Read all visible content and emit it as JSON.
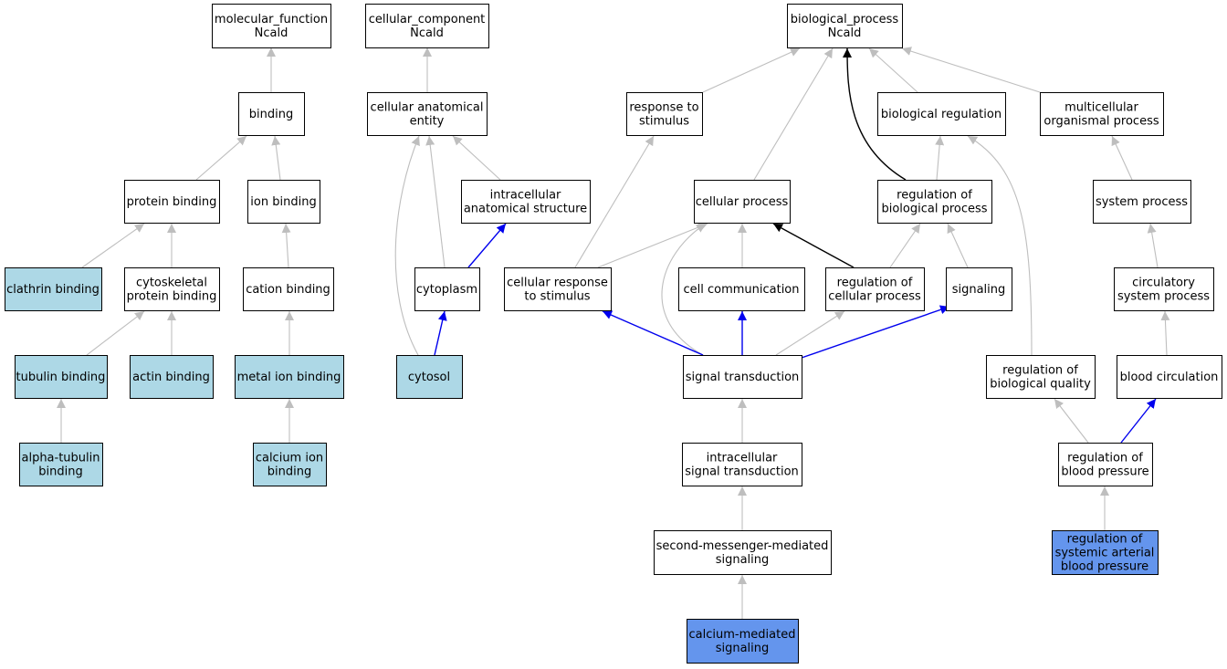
{
  "colors": {
    "plain": "#ffffff",
    "light": "#add8e6",
    "highlight": "#6495ed",
    "edge_gray": "#bebebe",
    "edge_black": "#000000",
    "edge_blue": "#0000ee"
  },
  "nodes": [
    {
      "id": "mf",
      "lines": [
        "molecular_function",
        "Ncald"
      ],
      "fill": "plain"
    },
    {
      "id": "cc",
      "lines": [
        "cellular_component",
        "Ncald"
      ],
      "fill": "plain"
    },
    {
      "id": "bp",
      "lines": [
        "biological_process",
        "Ncald"
      ],
      "fill": "plain"
    },
    {
      "id": "binding",
      "lines": [
        "binding"
      ],
      "fill": "plain"
    },
    {
      "id": "cae",
      "lines": [
        "cellular anatomical",
        "entity"
      ],
      "fill": "plain"
    },
    {
      "id": "rts",
      "lines": [
        "response to",
        "stimulus"
      ],
      "fill": "plain"
    },
    {
      "id": "breg",
      "lines": [
        "biological regulation"
      ],
      "fill": "plain"
    },
    {
      "id": "mop",
      "lines": [
        "multicellular",
        "organismal process"
      ],
      "fill": "plain"
    },
    {
      "id": "pbind",
      "lines": [
        "protein binding"
      ],
      "fill": "plain"
    },
    {
      "id": "ionb",
      "lines": [
        "ion binding"
      ],
      "fill": "plain"
    },
    {
      "id": "ias",
      "lines": [
        "intracellular",
        "anatomical structure"
      ],
      "fill": "plain"
    },
    {
      "id": "cp",
      "lines": [
        "cellular process"
      ],
      "fill": "plain"
    },
    {
      "id": "robp",
      "lines": [
        "regulation of",
        "biological process"
      ],
      "fill": "plain"
    },
    {
      "id": "sysp",
      "lines": [
        "system process"
      ],
      "fill": "plain"
    },
    {
      "id": "clath",
      "lines": [
        "clathrin binding"
      ],
      "fill": "light"
    },
    {
      "id": "cytpb",
      "lines": [
        "cytoskeletal",
        "protein binding"
      ],
      "fill": "plain"
    },
    {
      "id": "catb",
      "lines": [
        "cation binding"
      ],
      "fill": "plain"
    },
    {
      "id": "cytoplasm",
      "lines": [
        "cytoplasm"
      ],
      "fill": "plain"
    },
    {
      "id": "crts",
      "lines": [
        "cellular response",
        "to stimulus"
      ],
      "fill": "plain"
    },
    {
      "id": "ccomm",
      "lines": [
        "cell communication"
      ],
      "fill": "plain"
    },
    {
      "id": "rocp",
      "lines": [
        "regulation of",
        "cellular process"
      ],
      "fill": "plain"
    },
    {
      "id": "signaling",
      "lines": [
        "signaling"
      ],
      "fill": "plain"
    },
    {
      "id": "csp",
      "lines": [
        "circulatory",
        "system process"
      ],
      "fill": "plain"
    },
    {
      "id": "tubb",
      "lines": [
        "tubulin binding"
      ],
      "fill": "light"
    },
    {
      "id": "actb",
      "lines": [
        "actin binding"
      ],
      "fill": "light"
    },
    {
      "id": "metb",
      "lines": [
        "metal ion binding"
      ],
      "fill": "light"
    },
    {
      "id": "cytosol",
      "lines": [
        "cytosol"
      ],
      "fill": "light"
    },
    {
      "id": "st",
      "lines": [
        "signal transduction"
      ],
      "fill": "plain"
    },
    {
      "id": "robq",
      "lines": [
        "regulation of",
        "biological quality"
      ],
      "fill": "plain"
    },
    {
      "id": "bcirc",
      "lines": [
        "blood circulation"
      ],
      "fill": "plain"
    },
    {
      "id": "atub",
      "lines": [
        "alpha-tubulin",
        "binding"
      ],
      "fill": "light"
    },
    {
      "id": "caib",
      "lines": [
        "calcium ion",
        "binding"
      ],
      "fill": "light"
    },
    {
      "id": "ist",
      "lines": [
        "intracellular",
        "signal transduction"
      ],
      "fill": "plain"
    },
    {
      "id": "robpr",
      "lines": [
        "regulation of",
        "blood pressure"
      ],
      "fill": "plain"
    },
    {
      "id": "smms",
      "lines": [
        "second-messenger-mediated",
        "signaling"
      ],
      "fill": "plain"
    },
    {
      "id": "rosabp",
      "lines": [
        "regulation of",
        "systemic arterial",
        "blood pressure"
      ],
      "fill": "highlight"
    },
    {
      "id": "cams",
      "lines": [
        "calcium-mediated",
        "signaling"
      ],
      "fill": "highlight"
    }
  ],
  "edges": [
    {
      "from": "binding",
      "to": "mf",
      "color": "gray"
    },
    {
      "from": "pbind",
      "to": "binding",
      "color": "gray"
    },
    {
      "from": "ionb",
      "to": "binding",
      "color": "gray"
    },
    {
      "from": "clath",
      "to": "pbind",
      "color": "gray"
    },
    {
      "from": "cytpb",
      "to": "pbind",
      "color": "gray"
    },
    {
      "from": "catb",
      "to": "ionb",
      "color": "gray"
    },
    {
      "from": "tubb",
      "to": "cytpb",
      "color": "gray"
    },
    {
      "from": "actb",
      "to": "cytpb",
      "color": "gray"
    },
    {
      "from": "metb",
      "to": "catb",
      "color": "gray"
    },
    {
      "from": "atub",
      "to": "tubb",
      "color": "gray"
    },
    {
      "from": "caib",
      "to": "metb",
      "color": "gray"
    },
    {
      "from": "cae",
      "to": "cc",
      "color": "gray"
    },
    {
      "from": "ias",
      "to": "cae",
      "color": "gray"
    },
    {
      "from": "cytoplasm",
      "to": "cae",
      "color": "gray"
    },
    {
      "from": "cytosol",
      "to": "cae",
      "color": "gray"
    },
    {
      "from": "cytoplasm",
      "to": "ias",
      "color": "blue"
    },
    {
      "from": "cytosol",
      "to": "cytoplasm",
      "color": "blue"
    },
    {
      "from": "rts",
      "to": "bp",
      "color": "gray"
    },
    {
      "from": "cp",
      "to": "bp",
      "color": "gray"
    },
    {
      "from": "robp",
      "to": "bp",
      "color": "black"
    },
    {
      "from": "breg",
      "to": "bp",
      "color": "gray"
    },
    {
      "from": "mop",
      "to": "bp",
      "color": "gray"
    },
    {
      "from": "crts",
      "to": "rts",
      "color": "gray"
    },
    {
      "from": "robp",
      "to": "breg",
      "color": "gray"
    },
    {
      "from": "robq",
      "to": "breg",
      "color": "gray"
    },
    {
      "from": "sysp",
      "to": "mop",
      "color": "gray"
    },
    {
      "from": "crts",
      "to": "cp",
      "color": "gray"
    },
    {
      "from": "st",
      "to": "cp",
      "color": "gray"
    },
    {
      "from": "ccomm",
      "to": "cp",
      "color": "gray"
    },
    {
      "from": "rocp",
      "to": "cp",
      "color": "black"
    },
    {
      "from": "rocp",
      "to": "robp",
      "color": "gray"
    },
    {
      "from": "signaling",
      "to": "robp",
      "color": "gray"
    },
    {
      "from": "csp",
      "to": "sysp",
      "color": "gray"
    },
    {
      "from": "st",
      "to": "crts",
      "color": "blue"
    },
    {
      "from": "st",
      "to": "ccomm",
      "color": "blue"
    },
    {
      "from": "st",
      "to": "rocp",
      "color": "gray"
    },
    {
      "from": "st",
      "to": "signaling",
      "color": "blue"
    },
    {
      "from": "bcirc",
      "to": "csp",
      "color": "gray"
    },
    {
      "from": "ist",
      "to": "st",
      "color": "gray"
    },
    {
      "from": "smms",
      "to": "ist",
      "color": "gray"
    },
    {
      "from": "cams",
      "to": "smms",
      "color": "gray"
    },
    {
      "from": "robpr",
      "to": "robq",
      "color": "gray"
    },
    {
      "from": "robpr",
      "to": "bcirc",
      "color": "blue"
    },
    {
      "from": "rosabp",
      "to": "robpr",
      "color": "gray"
    }
  ]
}
